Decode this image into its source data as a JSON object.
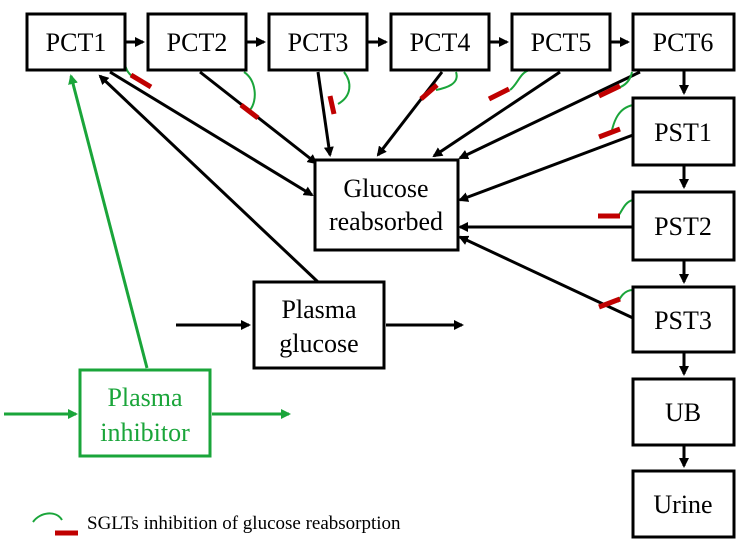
{
  "nodes": {
    "pct1": "PCT1",
    "pct2": "PCT2",
    "pct3": "PCT3",
    "pct4": "PCT4",
    "pct5": "PCT5",
    "pct6": "PCT6",
    "pst1": "PST1",
    "pst2": "PST2",
    "pst3": "PST3",
    "ub": "UB",
    "urine": "Urine",
    "glucose_reabsorbed": [
      "Glucose",
      "reabsorbed"
    ],
    "plasma_glucose": [
      "Plasma",
      "glucose"
    ],
    "plasma_inhibitor": [
      "Plasma",
      "inhibitor"
    ]
  },
  "legend": {
    "label": "SGLTs inhibition of glucose reabsorption"
  },
  "colors": {
    "inhibitor_link": "#1aa53a",
    "inhibition_bar": "#c00000",
    "default": "#000000"
  }
}
